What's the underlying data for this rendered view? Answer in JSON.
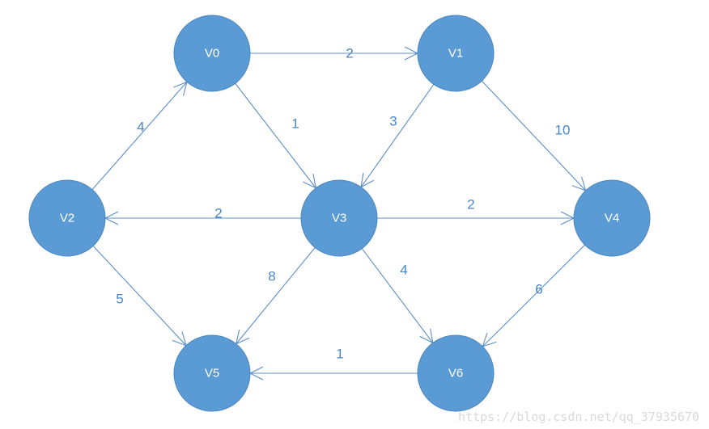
{
  "nodes": [
    {
      "id": "V0",
      "label": "V0"
    },
    {
      "id": "V1",
      "label": "V1"
    },
    {
      "id": "V2",
      "label": "V2"
    },
    {
      "id": "V3",
      "label": "V3"
    },
    {
      "id": "V4",
      "label": "V4"
    },
    {
      "id": "V5",
      "label": "V5"
    },
    {
      "id": "V6",
      "label": "V6"
    }
  ],
  "edges": [
    {
      "from": "V0",
      "to": "V1",
      "weight": "2"
    },
    {
      "from": "V0",
      "to": "V3",
      "weight": "1"
    },
    {
      "from": "V1",
      "to": "V3",
      "weight": "3"
    },
    {
      "from": "V1",
      "to": "V4",
      "weight": "10"
    },
    {
      "from": "V2",
      "to": "V0",
      "weight": "4"
    },
    {
      "from": "V2",
      "to": "V5",
      "weight": "5"
    },
    {
      "from": "V3",
      "to": "V2",
      "weight": "2"
    },
    {
      "from": "V3",
      "to": "V4",
      "weight": "2"
    },
    {
      "from": "V3",
      "to": "V5",
      "weight": "8"
    },
    {
      "from": "V3",
      "to": "V6",
      "weight": "4"
    },
    {
      "from": "V4",
      "to": "V6",
      "weight": "6"
    },
    {
      "from": "V6",
      "to": "V5",
      "weight": "1"
    }
  ],
  "watermark": "https://blog.csdn.net/qq_37935670",
  "colors": {
    "node_fill": "#5b9bd5",
    "edge": "#5b8fc9",
    "weight_text": "#4a86c5"
  }
}
